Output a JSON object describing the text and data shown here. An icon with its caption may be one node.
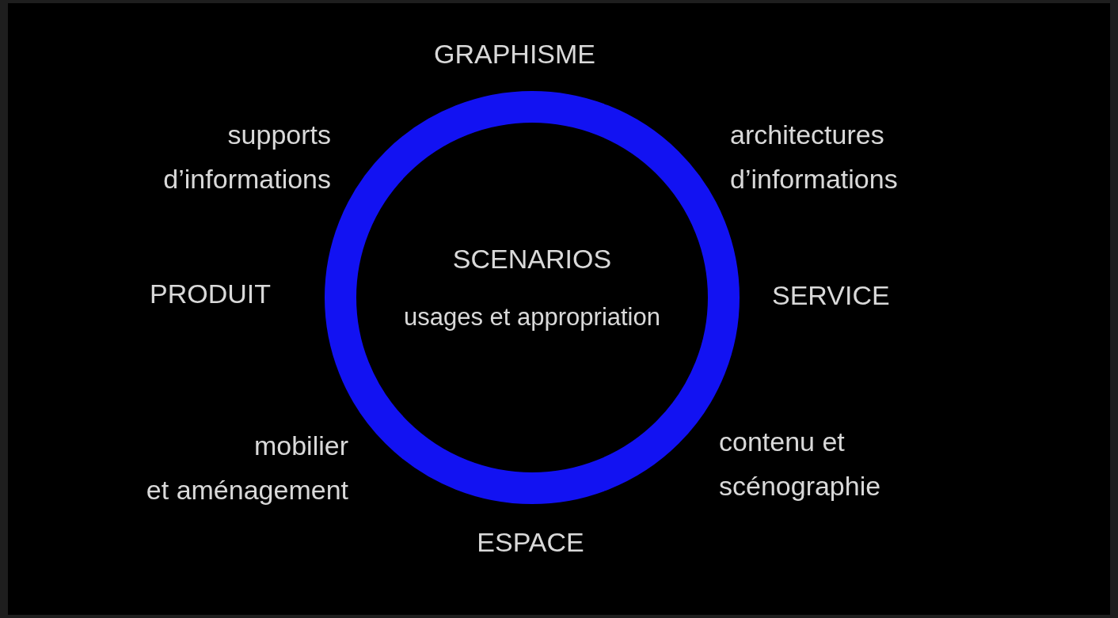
{
  "diagram": {
    "nodes": [
      {
        "text": [
          "SCENARIOS",
          "usages et appropriation"
        ]
      }
    ],
    "labels": [
      "GRAPHISME",
      "supports d’informations",
      "architectures d’informations",
      "PRODUIT",
      "SERVICE",
      "mobilier et aménagement",
      "contenu et scénographie",
      "ESPACE"
    ]
  }
}
